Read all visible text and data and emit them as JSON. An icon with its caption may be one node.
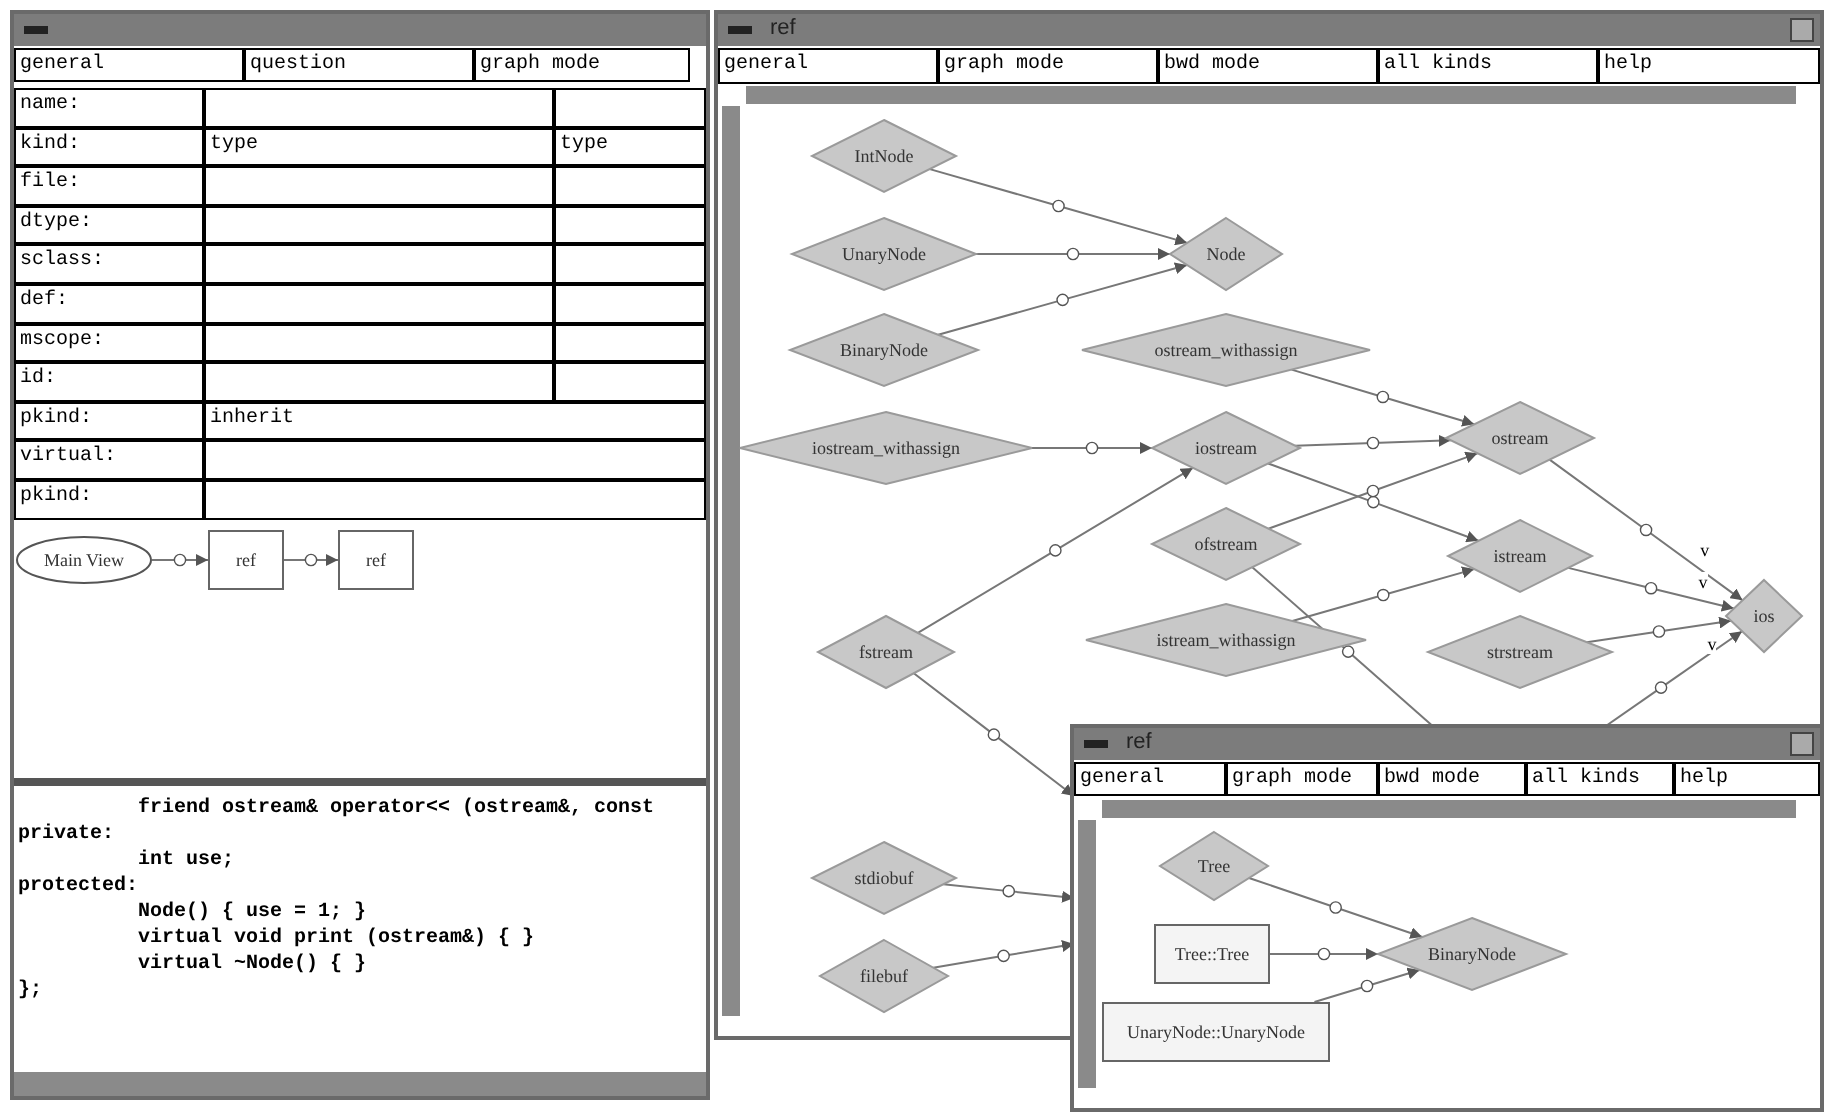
{
  "diagram": {
    "nodes": [
      {
        "text": [
          "Main View"
        ]
      },
      {
        "text": [
          "ref"
        ]
      },
      {
        "text": [
          "ref"
        ]
      },
      {
        "text": [
          "ref"
        ]
      },
      {
        "text": [
          "IntNode"
        ],
        "in": 3
      },
      {
        "text": [
          "UnaryNode"
        ],
        "in": 3
      },
      {
        "text": [
          "Node"
        ],
        "in": 3
      },
      {
        "text": [
          "BinaryNode"
        ],
        "in": 3
      },
      {
        "text": [
          "ostream_withassign"
        ],
        "in": 3
      },
      {
        "text": [
          "iostream_withassign"
        ],
        "in": 3
      },
      {
        "text": [
          "iostream"
        ],
        "in": 3
      },
      {
        "text": [
          "ostream"
        ],
        "in": 3
      },
      {
        "text": [
          "ofstream"
        ],
        "in": 3
      },
      {
        "text": [
          "istream"
        ],
        "in": 3
      },
      {
        "text": [
          "istream_withassign"
        ],
        "in": 3
      },
      {
        "text": [
          "strstream"
        ],
        "in": 3
      },
      {
        "text": [
          "fstream"
        ],
        "in": 3
      },
      {
        "text": [
          "ios"
        ],
        "in": 3
      },
      {
        "text": [
          "stdiobuf"
        ],
        "in": 3
      },
      {
        "text": [
          "filebuf"
        ],
        "in": 3
      },
      {
        "text": [
          "ref"
        ]
      },
      {
        "text": [
          "Tree"
        ],
        "in": 20
      },
      {
        "text": [
          "Tree::Tree"
        ],
        "in": 20
      },
      {
        "text": [
          "UnaryNode::UnaryNode"
        ],
        "in": 20
      },
      {
        "text": [
          "BinaryNode"
        ],
        "in": 20
      }
    ],
    "edges": [
      {
        "from": 0,
        "to": 1,
        "arrow": "to"
      },
      {
        "from": 1,
        "to": 2,
        "arrow": "to"
      },
      {
        "from": 4,
        "to": 6,
        "arrow": "to"
      },
      {
        "from": 5,
        "to": 6,
        "arrow": "to"
      },
      {
        "from": 7,
        "to": 6,
        "arrow": "to"
      },
      {
        "from": 8,
        "to": 11,
        "arrow": "to"
      },
      {
        "from": 9,
        "to": 10,
        "arrow": "to"
      },
      {
        "from": 10,
        "to": 11,
        "arrow": "to"
      },
      {
        "from": 10,
        "to": 13,
        "arrow": "to"
      },
      {
        "from": 12,
        "to": 11,
        "arrow": "to"
      },
      {
        "from": 12,
        "to": 20,
        "arrow": "to"
      },
      {
        "from": 16,
        "to": 10,
        "arrow": "to"
      },
      {
        "from": 14,
        "to": 13,
        "arrow": "to"
      },
      {
        "from": 11,
        "to": 17,
        "arrow": "to",
        "label": "v"
      },
      {
        "from": 13,
        "to": 17,
        "arrow": "to",
        "label": "v"
      },
      {
        "from": 15,
        "to": 17,
        "arrow": "to"
      },
      {
        "from": 20,
        "to": 17,
        "arrow": "to",
        "label": "v"
      },
      {
        "from": 16,
        "to": 20,
        "arrow": "to"
      },
      {
        "from": 18,
        "to": 20,
        "arrow": "to"
      },
      {
        "from": 19,
        "to": 20,
        "arrow": "to"
      },
      {
        "from": 21,
        "to": 24,
        "arrow": "to"
      },
      {
        "from": 22,
        "to": 24,
        "arrow": "to"
      },
      {
        "from": 23,
        "to": 24,
        "arrow": "to"
      }
    ],
    "labels": [
      "general",
      "question",
      "graph mode",
      "name:",
      "kind:",
      "type",
      "type",
      "file:",
      "dtype:",
      "sclass:",
      "def:",
      "mscope:",
      "id:",
      "pkind:",
      "inherit",
      "virtual:",
      "pkind:",
      "friend ostream& operator<< (ostream&, const",
      "private:",
      "int use;",
      "protected:",
      "Node() { use = 1; }",
      "virtual void print (ostream&) { }",
      "virtual ~Node() { }",
      "};",
      "general",
      "graph mode",
      "bwd mode",
      "all kinds",
      "help",
      "general",
      "graph mode",
      "bwd mode",
      "all kinds",
      "help"
    ]
  }
}
